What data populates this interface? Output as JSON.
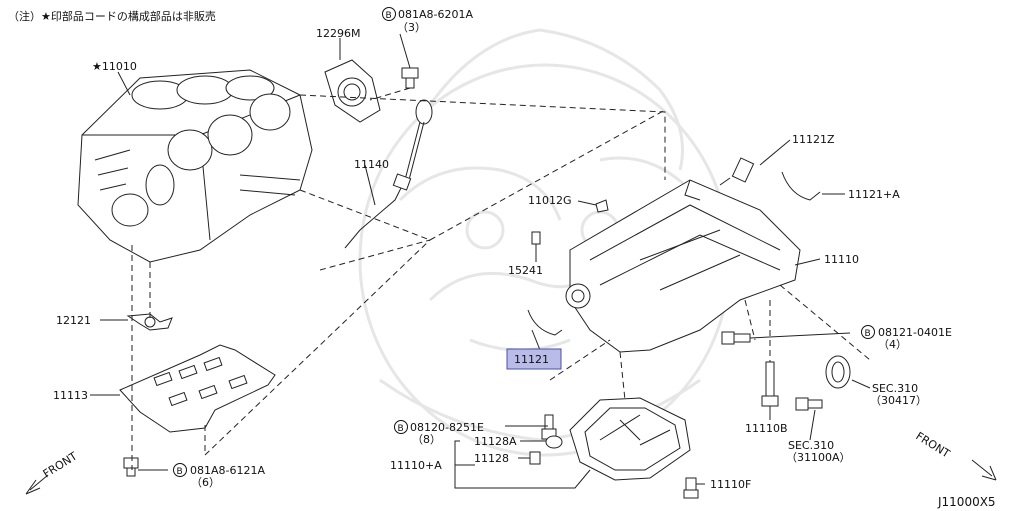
{
  "note": "（注）★印部品コードの構成部品は非販売",
  "figure_code": "J11000X5",
  "front_labels": [
    "FRONT",
    "FRONT"
  ],
  "callouts": [
    {
      "id": "081A8-6201A",
      "qty": "（3）",
      "bolt_mark": "B"
    },
    {
      "id": "12296M"
    },
    {
      "id": "★11010"
    },
    {
      "id": "11140"
    },
    {
      "id": "11121Z"
    },
    {
      "id": "11121+A"
    },
    {
      "id": "11012G"
    },
    {
      "id": "15241"
    },
    {
      "id": "11110"
    },
    {
      "id": "12121"
    },
    {
      "id": "11121",
      "highlighted": true
    },
    {
      "id": "08121-0401E",
      "qty": "（4）",
      "bolt_mark": "B"
    },
    {
      "id": "11113"
    },
    {
      "id": "SEC.310",
      "sub": "（30417）"
    },
    {
      "id": "11110B"
    },
    {
      "id": "08120-8251E",
      "qty": "（8）",
      "bolt_mark": "B"
    },
    {
      "id": "SEC.310",
      "sub": "（31100A）"
    },
    {
      "id": "11128A"
    },
    {
      "id": "11110+A"
    },
    {
      "id": "11128"
    },
    {
      "id": "081A8-6121A",
      "qty": "（6）",
      "bolt_mark": "B"
    },
    {
      "id": "11110F"
    }
  ],
  "colors": {
    "highlight": "#b9bce8",
    "highlight_border": "#4a4fa5",
    "watermark": "#e6e6e6"
  }
}
